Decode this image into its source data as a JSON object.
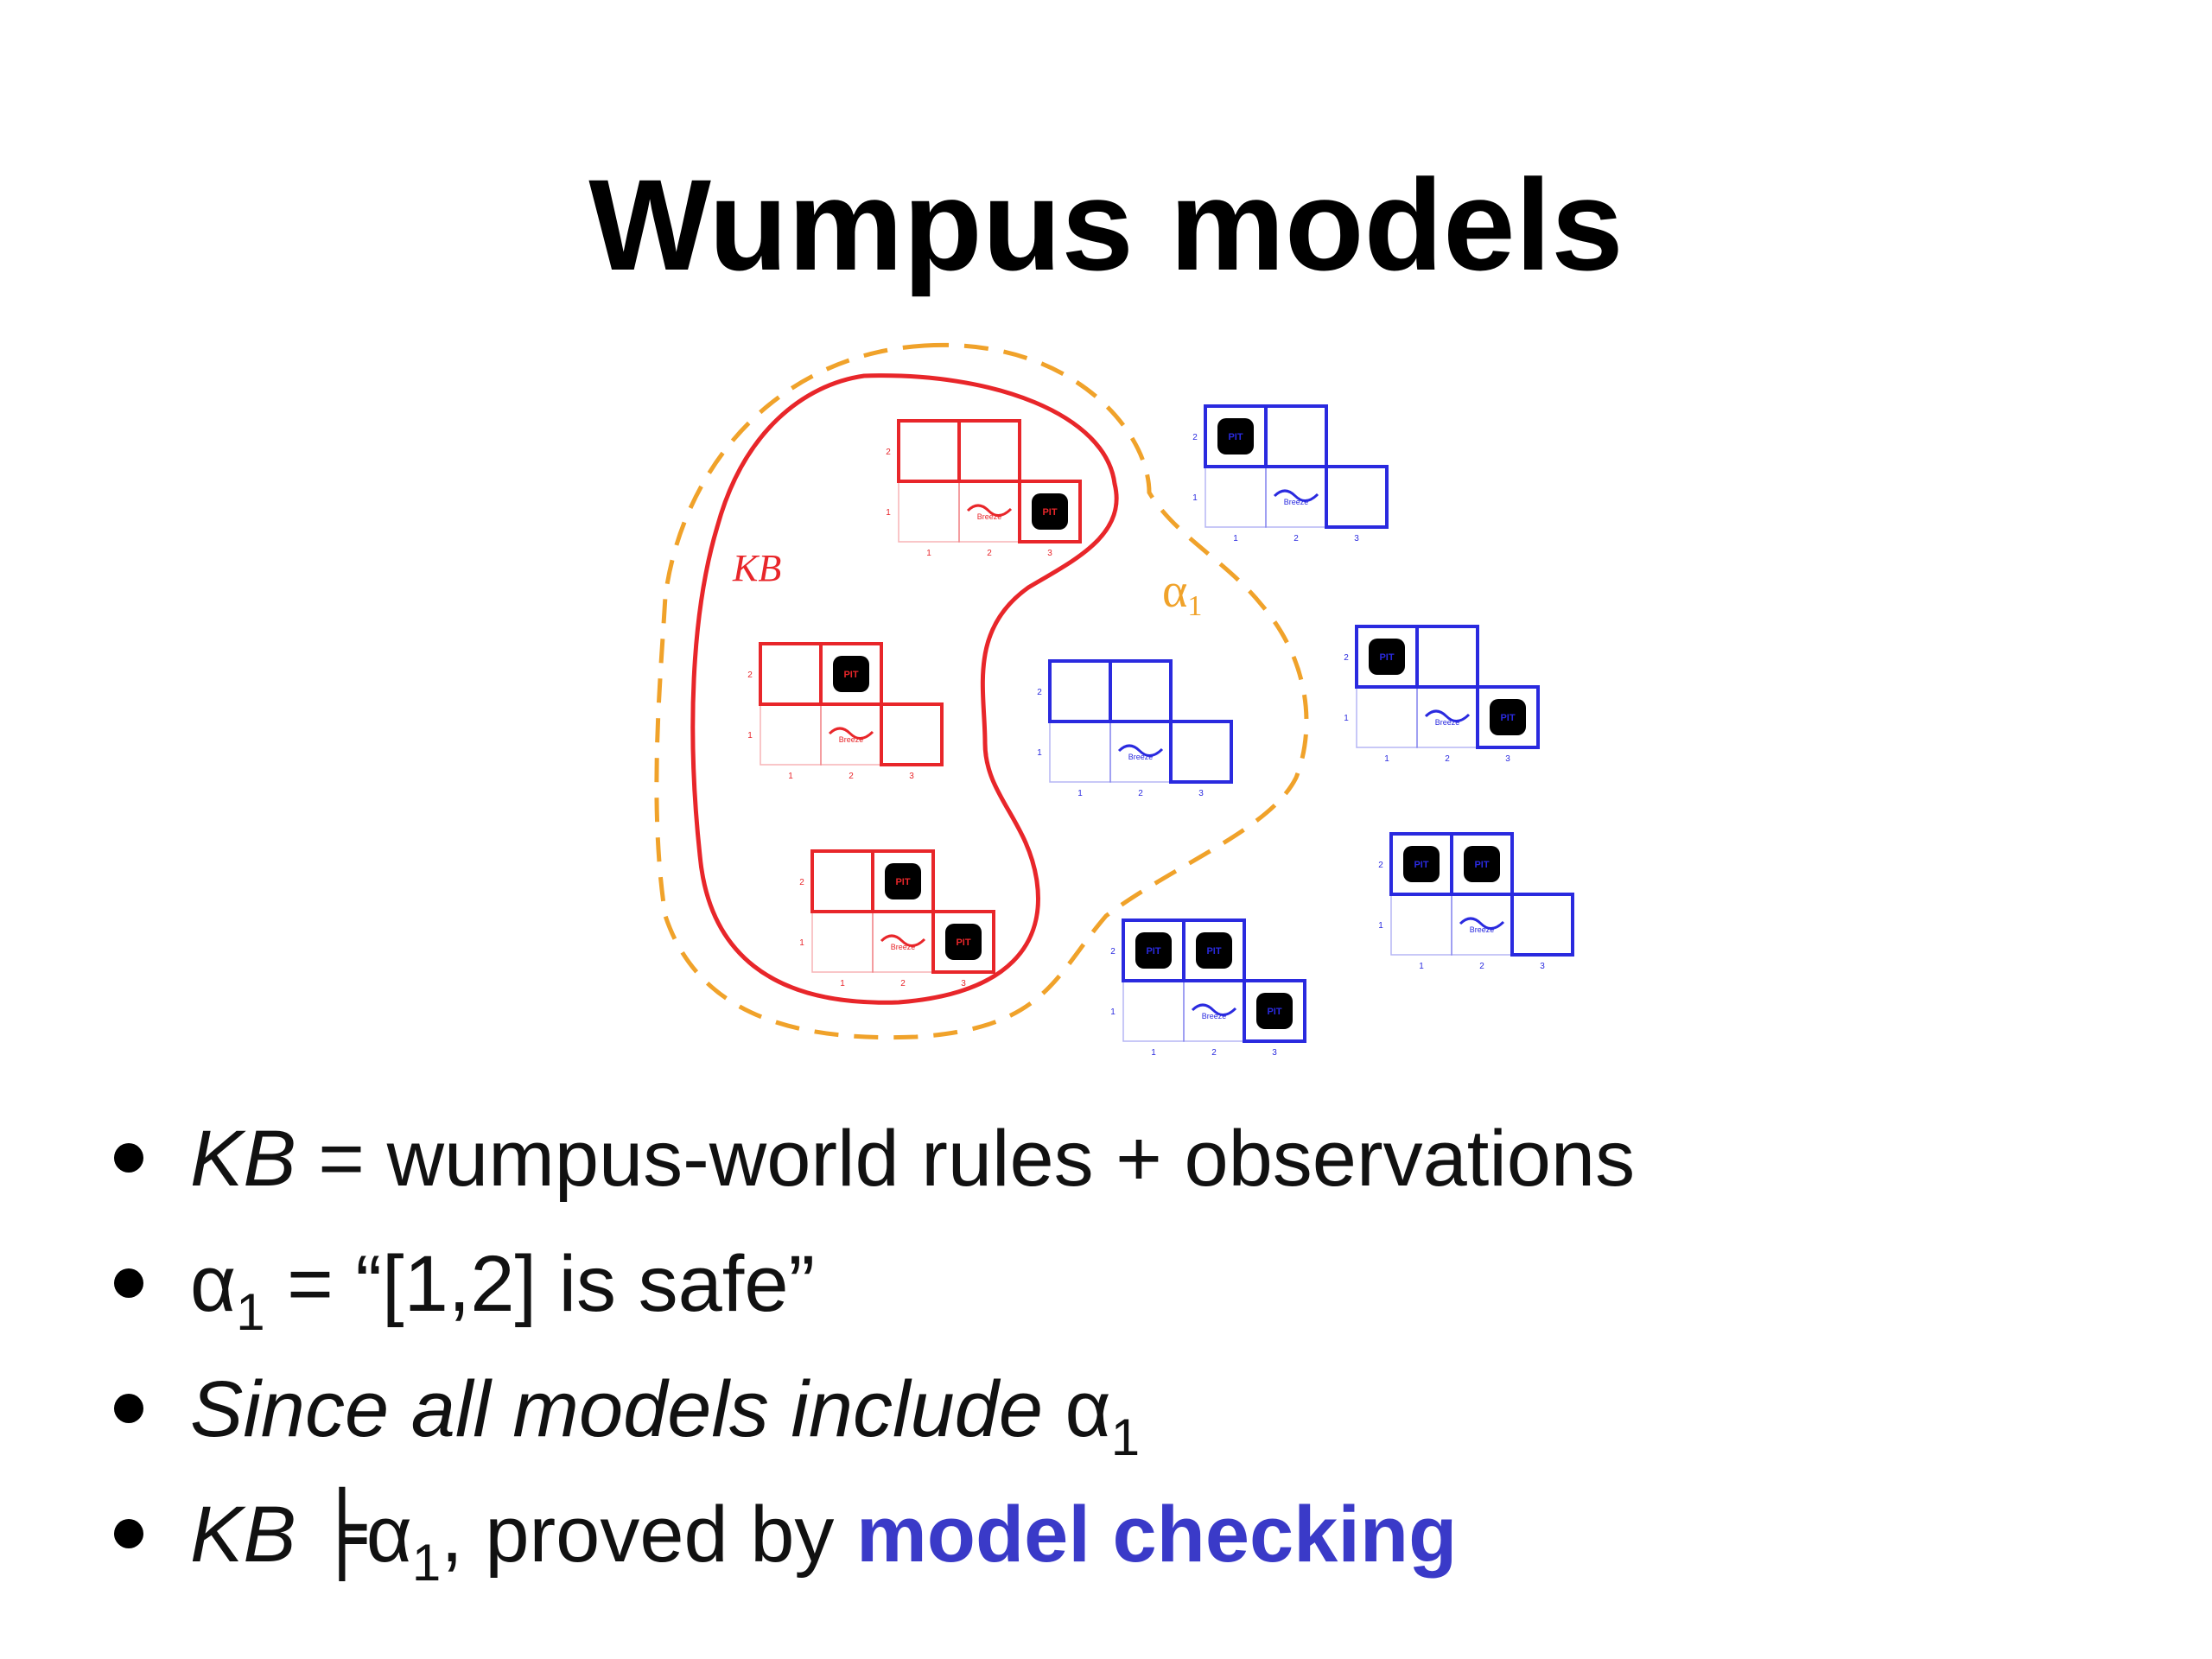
{
  "title": "Wumpus models",
  "diagram": {
    "kb_label": "KB",
    "alpha_label": "α",
    "alpha_sub": "1",
    "pit_label": "PIT",
    "breeze_label": "Breeze",
    "row_labels": [
      "2",
      "1"
    ],
    "col_labels": [
      "1",
      "2",
      "3"
    ],
    "colors": {
      "kb": "#e8262a",
      "alpha": "#f0a22a",
      "outside": "#2a2adf",
      "pit_fill": "#000000"
    }
  },
  "bullets": [
    {
      "kb": "KB",
      "text": " = wumpus-world rules + observations"
    },
    {
      "alpha": "α",
      "sub": "1",
      "text": " = “[1,2] is safe”"
    },
    {
      "italic": "Since all models include ",
      "alpha": "α",
      "sub": "1"
    },
    {
      "kb": "KB",
      "entails": "╞",
      "alpha": "α",
      "sub": "1",
      "text": ", proved by ",
      "highlight": "model checking"
    }
  ]
}
